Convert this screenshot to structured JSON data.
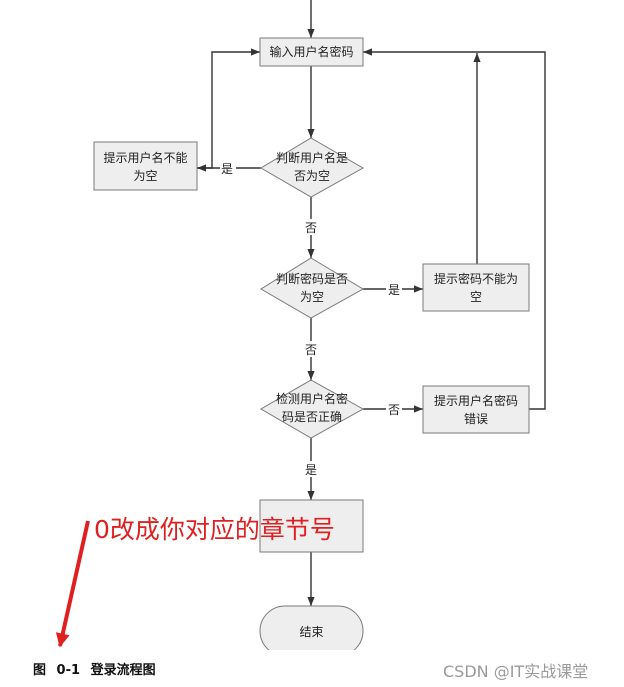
{
  "nodes": {
    "input": "输入用户名密码",
    "check_user_l1": "判断用户名是",
    "check_user_l2": "否为空",
    "prompt_user_l1": "提示用户名不能",
    "prompt_user_l2": "为空",
    "check_pwd_l1": "判断密码是否",
    "check_pwd_l2": "为空",
    "prompt_pwd_l1": "提示密码不能为",
    "prompt_pwd_l2": "空",
    "detect_l1": "检测用户名密",
    "detect_l2": "码是否正确",
    "prompt_err_l1": "提示用户名密码",
    "prompt_err_l2": "错误",
    "end": "结束"
  },
  "edges": {
    "yes1": "是",
    "no1": "否",
    "yes2": "是",
    "no2": "否",
    "no3": "否",
    "yes3": "是"
  },
  "caption": {
    "fig": "图",
    "number": "0-1",
    "title": "登录流程图"
  },
  "annotation": "0改成你对应的章节号",
  "watermark": "CSDN @IT实战课堂",
  "colors": {
    "box_fill": "#eeeeee",
    "box_stroke": "#7a7a7a",
    "line": "#333333",
    "annotation": "#e02020"
  }
}
